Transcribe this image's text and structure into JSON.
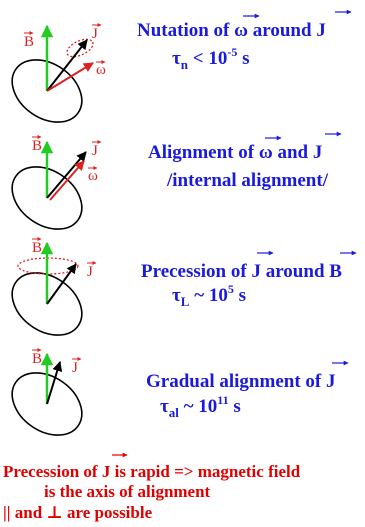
{
  "colors": {
    "field": "#22cc22",
    "momentum": "#000000",
    "spin": "#dd2222",
    "heading": "#1a1adc",
    "footer": "#e00000"
  },
  "vector_labels": {
    "B": "B",
    "J": "J",
    "omega": "ω"
  },
  "panels": [
    {
      "heading_pre": "Nutation of ",
      "heading_sym1": "ω",
      "heading_mid": " around ",
      "heading_sym2": "J",
      "line2_tau": "τ",
      "line2_sub": "n",
      "line2_rel": " < 10",
      "line2_exp": "-5",
      "line2_unit": " s"
    },
    {
      "heading_pre": "Alignment of ",
      "heading_sym1": "ω",
      "heading_mid": " and ",
      "heading_sym2": "J",
      "line2_text": "/internal alignment/"
    },
    {
      "heading_pre": "Precession of ",
      "heading_sym1": "J",
      "heading_mid": " around ",
      "heading_sym2": "B",
      "line2_tau": "τ",
      "line2_sub": "L",
      "line2_rel": " ~ 10",
      "line2_exp": "5",
      "line2_unit": " s"
    },
    {
      "heading_pre": "Gradual alignment of ",
      "heading_sym2": "J",
      "line2_tau": "τ",
      "line2_sub": "al",
      "line2_rel": " ~ 10",
      "line2_exp": "11",
      "line2_unit": " s"
    }
  ],
  "footer": {
    "line1_pre": "Precession of ",
    "line1_sym": "J",
    "line1_post": " is rapid => magnetic field",
    "line2": "is the axis of alignment",
    "line3": "|| and ⊥ are possible"
  }
}
